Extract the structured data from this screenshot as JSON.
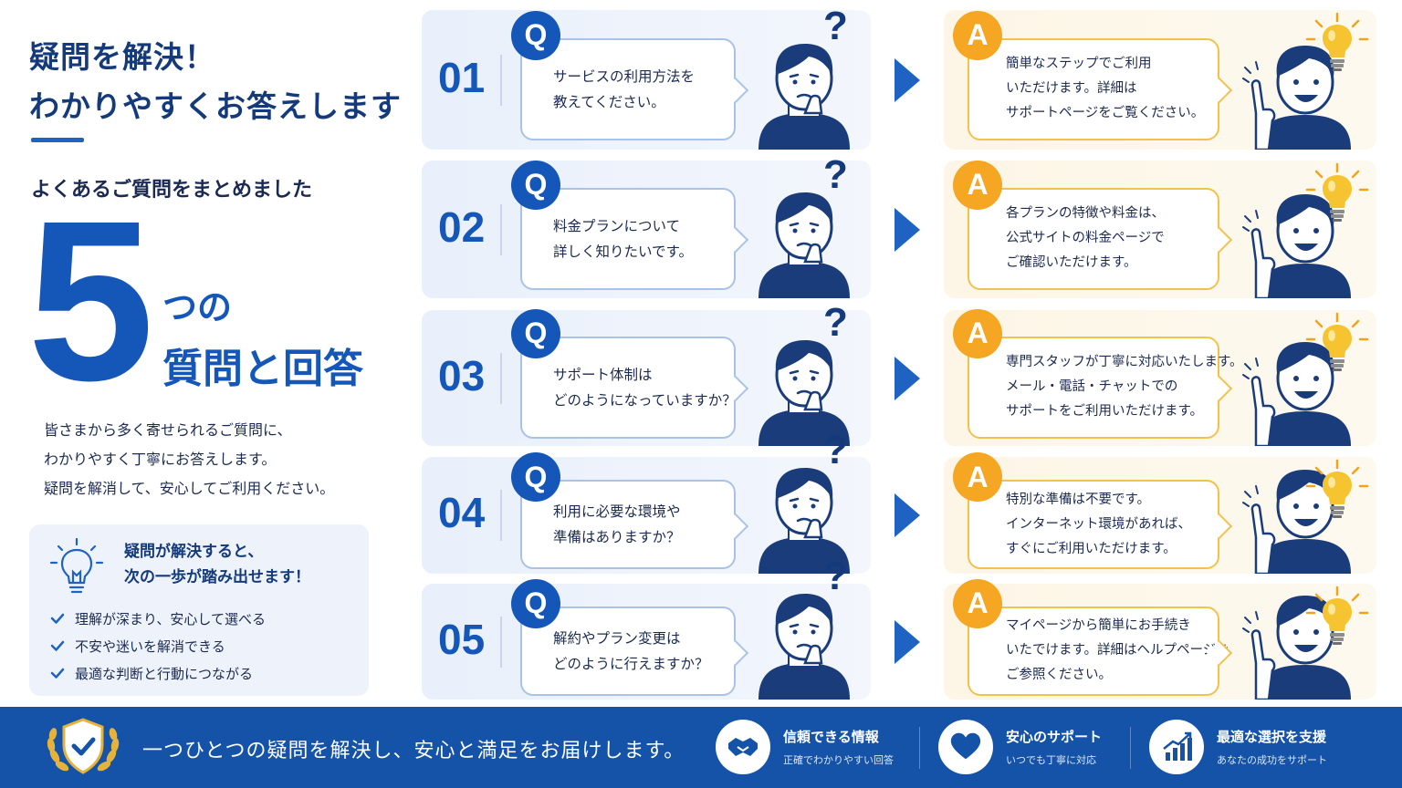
{
  "left": {
    "title_line1": "疑問を解決！",
    "title_line2": "わかりやすくお答えします",
    "subtitle": "よくあるご質問をまとめました",
    "big_number": "5",
    "number_text1": "つの",
    "number_text2": "質問と回答",
    "intro": [
      "皆さまから多く寄せられるご質問に、",
      "わかりやすく丁寧にお答えします。",
      "疑問を解消して、安心してご利用ください。"
    ],
    "benefit": {
      "head1": "疑問が解決すると、",
      "head2": "次の一歩が踏み出せます！",
      "items": [
        "理解が深まり、安心して選べる",
        "不安や迷いを解消できる",
        "最適な判断と行動につながる"
      ]
    }
  },
  "q_badge": "Q",
  "a_badge": "A",
  "question_mark": "?",
  "qa": [
    {
      "num": "01",
      "q": [
        "サービスの利用方法を",
        "教えてください。"
      ],
      "a": [
        "簡単なステップでご利用",
        "いただけます。詳細は",
        "サポートページをご覧ください。"
      ]
    },
    {
      "num": "02",
      "q": [
        "料金プランについて",
        "詳しく知りたいです。"
      ],
      "a": [
        "各プランの特徴や料金は、",
        "公式サイトの料金ページで",
        "ご確認いただけます。"
      ]
    },
    {
      "num": "03",
      "q": [
        "サポート体制は",
        "どのようになっていますか？"
      ],
      "a": [
        "専門スタッフが丁寧に対応いたします。",
        "メール・電話・チャットでの",
        "サポートをご利用いただけます。"
      ]
    },
    {
      "num": "04",
      "q": [
        "利用に必要な環境や",
        "準備はありますか？"
      ],
      "a": [
        "特別な準備は不要です。",
        "インターネット環境があれば、",
        "すぐにご利用いただけます。"
      ]
    },
    {
      "num": "05",
      "q": [
        "解約やプラン変更は",
        "どのように行えますか？"
      ],
      "a": [
        "マイページから簡単にお手続き",
        "いたでけます。詳細はヘルプページを",
        "ご参照ください。"
      ]
    }
  ],
  "footer": {
    "message": "一つひとつの疑問を解決し、安心と満足をお届けします。",
    "features": [
      {
        "title": "信頼できる情報",
        "sub": "正確でわかりやすい回答",
        "icon": "handshake-icon"
      },
      {
        "title": "安心のサポート",
        "sub": "いつでも丁寧に対応",
        "icon": "heart-icon"
      },
      {
        "title": "最適な選択を支援",
        "sub": "あなたの成功をサポート",
        "icon": "growth-chart-icon"
      }
    ]
  },
  "colors": {
    "primary": "#1457b8",
    "navy": "#143a7c",
    "accent_orange": "#f5a623",
    "bulb_yellow": "#f6c431",
    "footer_bg": "#1453a8"
  }
}
